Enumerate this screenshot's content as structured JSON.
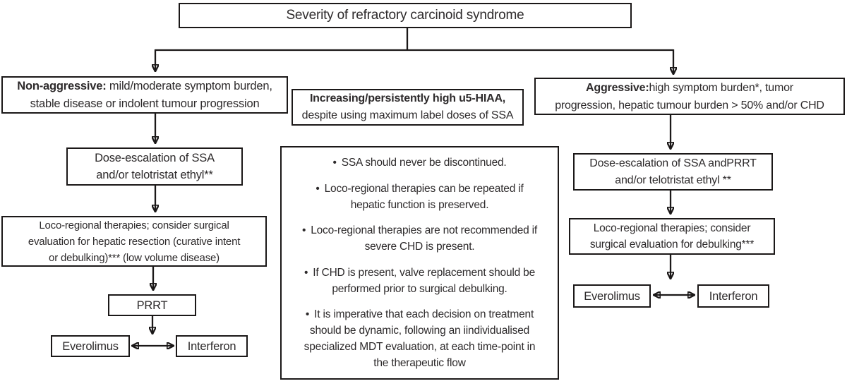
{
  "diagram": {
    "title": "Severity of refractory carcinoid syndrome",
    "bullet_char": "•"
  },
  "left": {
    "category_bold": "Non-aggressive:",
    "category_lines": [
      " mild/moderate symptom burden,",
      "stable disease or indolent tumour progression"
    ],
    "dose_lines": [
      "Dose-escalation of SSA",
      "and/or telotristat ethyl**"
    ],
    "locoregional_lines": [
      "Loco-regional therapies; consider surgical",
      "evaluation for hepatic resection (curative intent",
      "or debulking)*** (low volume disease)"
    ],
    "prrt": "PRRT",
    "everolimus": "Everolimus",
    "interferon": "Interferon"
  },
  "middle": {
    "header_bold": "Increasing/persistently high u5-HIAA,",
    "header_line2": "despite using maximum label doses of SSA",
    "notes": [
      {
        "lines": [
          "SSA should never be discontinued."
        ]
      },
      {
        "lines": [
          "Loco-regional therapies can be repeated if",
          "hepatic function is preserved."
        ]
      },
      {
        "lines": [
          "Loco-regional therapies are not recommended if",
          "severe CHD is present."
        ]
      },
      {
        "lines": [
          "If CHD is present, valve replacement should be",
          "performed prior to surgical debulking."
        ]
      },
      {
        "lines": [
          "It is imperative that each decision on treatment",
          "should be dynamic, following an iindividualised",
          "specialized MDT evaluation, at each time-point in",
          "the therapeutic flow"
        ]
      }
    ]
  },
  "right": {
    "category_bold": "Aggressive:",
    "category_lines": [
      "high symptom burden*, tumor",
      "progression, hepatic tumour burden > 50% and/or CHD"
    ],
    "dose_lines": [
      "Dose-escalation of SSA andPRRT",
      "and/or telotristat ethyl **"
    ],
    "locoregional_lines": [
      "Loco-regional therapies; consider",
      "surgical evaluation for debulking***"
    ],
    "everolimus": "Everolimus",
    "interferon": "Interferon"
  }
}
